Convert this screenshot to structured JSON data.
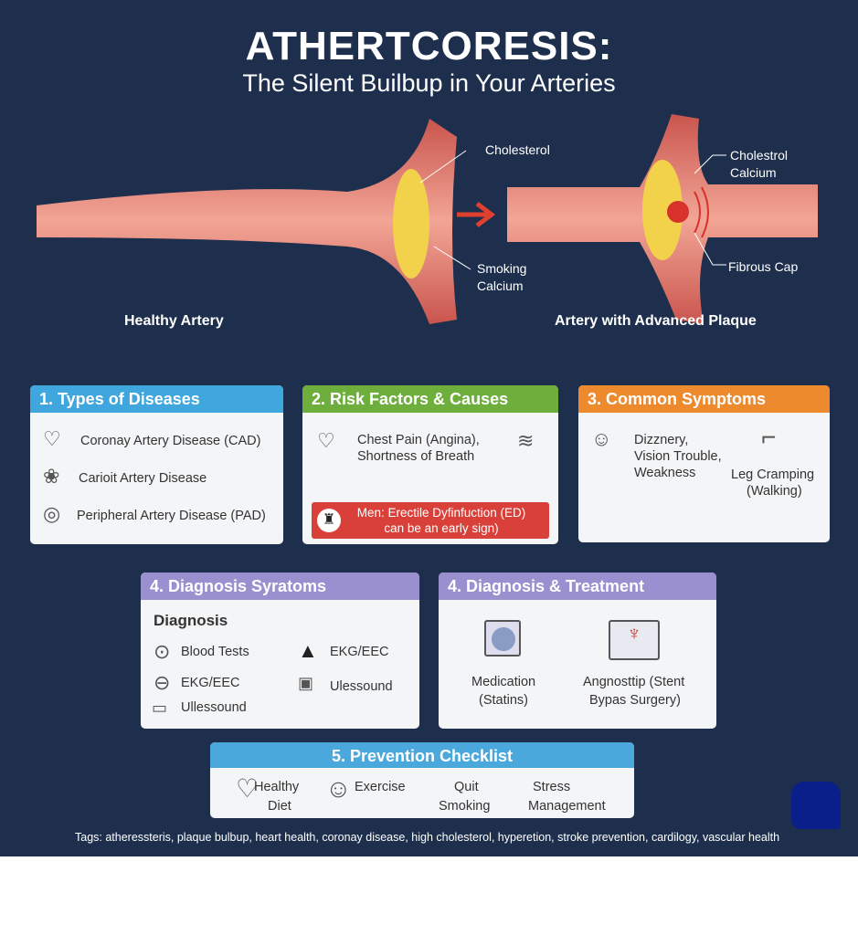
{
  "header": {
    "title": "ATHERTCORESIS:",
    "subtitle": "The Silent Builbup in Your Arteries"
  },
  "illustration": {
    "healthy": {
      "caption": "Healthy Artery",
      "labels": [
        "Cholesterol",
        "Smoking",
        "Calcium"
      ]
    },
    "plaque": {
      "caption": "Artery with Advanced Plaque",
      "labels": [
        "Cholestrol",
        "Calcium",
        "Fibrous Cap"
      ]
    }
  },
  "cards": {
    "types": {
      "title": "1. Types of Diseases",
      "color": "#3fa6de",
      "items": [
        "Coronay Artery Disease (CAD)",
        "Carioit Artery Disease",
        "Peripheral Artery Disease (PAD)"
      ]
    },
    "risk": {
      "title": "2. Risk Factors & Causes",
      "color": "#6eae3c",
      "items": [
        "Chest Pain (Angina),",
        "Shortness of Breath"
      ],
      "alert_line1": "Men: Erectile Dyfinfuction (ED)",
      "alert_line2": "can be an early sign)"
    },
    "symptoms": {
      "title": "3. Common Symptoms",
      "color": "#ee8a2e",
      "items": [
        "Dizznery,",
        "Vision Trouble,",
        "Weakness"
      ],
      "leg1": "Leg Cramping",
      "leg2": "(Walking)"
    },
    "diag": {
      "title": "4. Diagnosis Syratoms",
      "color": "#9a90cf",
      "subtitle": "Diagnosis",
      "items": [
        "Blood Tests",
        "EKG/EEC",
        "EKG/EEC",
        "Ulessound",
        "Ullessound"
      ]
    },
    "treat": {
      "title": "4. Diagnosis & Treatment",
      "color": "#9a90cf",
      "med1": "Medication",
      "med2": "(Statins)",
      "surg1": "Angnosttip (Stent",
      "surg2": "Bypas Surgery)"
    },
    "prevent": {
      "title": "5. Prevention Checklist",
      "color": "#4aa8dd",
      "diet1": "Healthy",
      "diet2": "Diet",
      "exercise": "Exercise",
      "quit1": "Quit",
      "quit2": "Smoking",
      "stress1": "Stress",
      "stress2": "Management"
    }
  },
  "tags": "Tags: atheressteris, plaque bulbup, heart health, coronay disease, high cholesterol, hyperetion, stroke prevention, cardilogy, vascular health"
}
